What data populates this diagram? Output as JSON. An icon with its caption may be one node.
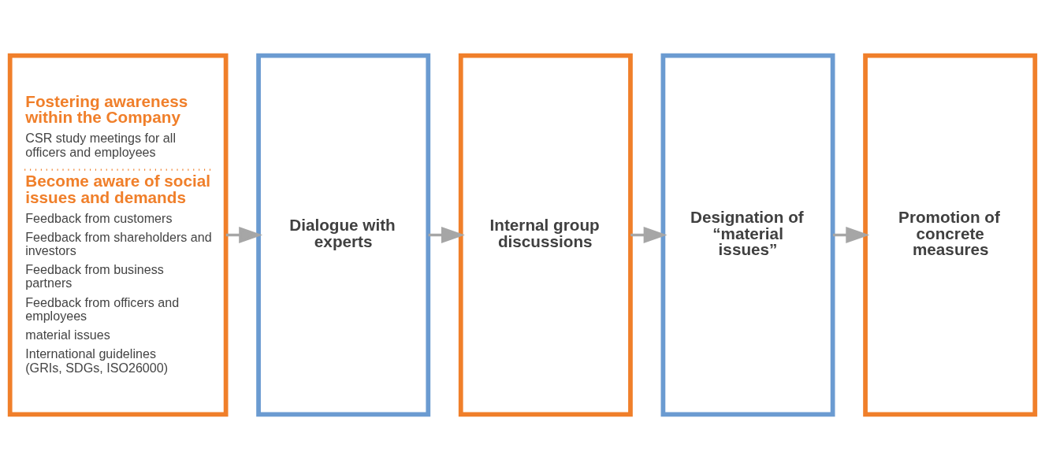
{
  "diagram": {
    "nodes": [
      {
        "text": [
          "Fostering awareness within the Company",
          "CSR study meetings for all officers and employees",
          "Become aware of social issues and demands",
          "Feedback from customers",
          "Feedback from shareholders and investors",
          "Feedback from business partners",
          "Feedback from officers and employees",
          "material issues",
          "International guidelines (GRIs, SDGs, ISO26000)"
        ]
      },
      {
        "text": [
          "Dialogue with experts"
        ]
      },
      {
        "text": [
          "Internal group discussions"
        ]
      },
      {
        "text": [
          "Designation of “material issues”"
        ]
      },
      {
        "text": [
          "Promotion of concrete measures"
        ]
      }
    ],
    "edges": [
      {
        "from": 0,
        "to": 1,
        "arrow": "to"
      },
      {
        "from": 1,
        "to": 2,
        "arrow": "to"
      },
      {
        "from": 2,
        "to": 3,
        "arrow": "to"
      },
      {
        "from": 3,
        "to": 4,
        "arrow": "to"
      }
    ]
  }
}
